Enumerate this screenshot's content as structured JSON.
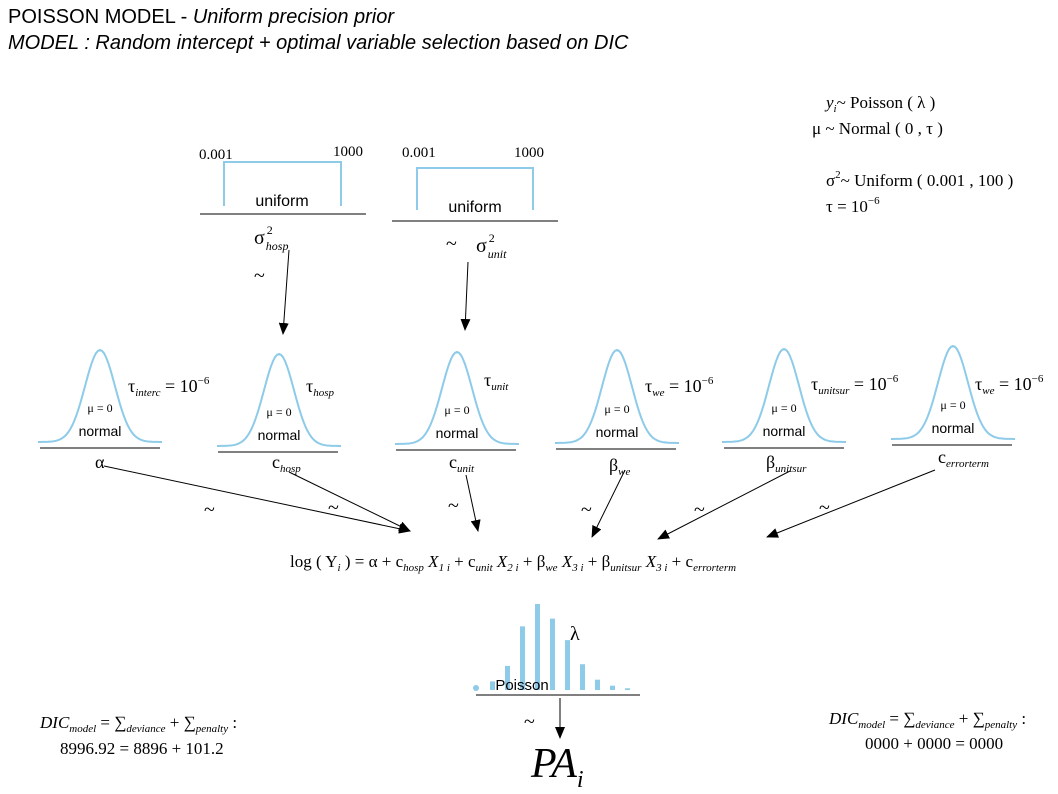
{
  "title": {
    "line1_prefix": "POISSON MODEL   -  ",
    "line1_italic": "Uniform precision prior",
    "line2": "MODEL : Random intercept + optimal variable selection based on DIC"
  },
  "spec": {
    "y": "y",
    "y_sub": "i",
    "y_dist": "~ Poisson ( λ )",
    "mu": "μ ~ Normal ( 0 , τ )",
    "sigma": "σ",
    "sigma_sup": "2",
    "sigma_dist": "~ Uniform ( 0.001 , 100 )",
    "tau": "τ = 10",
    "tau_sup": "−6"
  },
  "uniform_priors": [
    {
      "label": "uniform",
      "min": "0.001",
      "max": "1000",
      "param": "σ",
      "param_sup": "2",
      "param_sub": "hosp",
      "tilde": "~"
    },
    {
      "label": "uniform",
      "min": "0.001",
      "max": "1000",
      "param": "σ",
      "param_sup": "2",
      "param_sub": "unit",
      "tilde": "~"
    }
  ],
  "normal_priors": [
    {
      "label": "normal",
      "mu": "μ = 0",
      "tau": "τ",
      "tau_sub": "interc",
      "tau_val": " = 10",
      "tau_sup": "−6",
      "param": "α",
      "param_sub": ""
    },
    {
      "label": "normal",
      "mu": "μ = 0",
      "tau": "τ",
      "tau_sub": "hosp",
      "tau_val": "",
      "tau_sup": "",
      "param": "c",
      "param_sub": "hosp"
    },
    {
      "label": "normal",
      "mu": "μ = 0",
      "tau": "τ",
      "tau_sub": "unit",
      "tau_val": "",
      "tau_sup": "",
      "param": "c",
      "param_sub": "unit"
    },
    {
      "label": "normal",
      "mu": "μ = 0",
      "tau": "τ",
      "tau_sub": "we",
      "tau_val": " = 10",
      "tau_sup": "−6",
      "param": "β",
      "param_sub": "we"
    },
    {
      "label": "normal",
      "mu": "μ = 0",
      "tau": "τ",
      "tau_sub": "unitsur",
      "tau_val": " = 10",
      "tau_sup": "−6",
      "param": "β",
      "param_sub": "unitsur"
    },
    {
      "label": "normal",
      "mu": "μ = 0",
      "tau": "τ",
      "tau_sub": "we",
      "tau_val": " = 10",
      "tau_sup": "−6",
      "param": "c",
      "param_sub": "errorterm"
    }
  ],
  "tilde": "~",
  "equation": {
    "lhs": "log ( Y",
    "lhs_sub": "i",
    "lhs_close": " ) = α + ",
    "terms": [
      {
        "coef": "c",
        "coef_sub": "hosp",
        "x": " X",
        "x_sub": "1 i",
        "sep": " + "
      },
      {
        "coef": "c",
        "coef_sub": "unit",
        "x": " X",
        "x_sub": "2 i",
        "sep": " + "
      },
      {
        "coef": "β",
        "coef_sub": "we",
        "x": " X",
        "x_sub": "3 i",
        "sep": " + "
      },
      {
        "coef": "β",
        "coef_sub": "unitsur",
        "x": " X",
        "x_sub": "3 i",
        "sep": " + "
      },
      {
        "coef": "c",
        "coef_sub": "errorterm",
        "x": "",
        "x_sub": "",
        "sep": ""
      }
    ]
  },
  "poisson": {
    "label": "Poisson",
    "lambda": "λ",
    "bars": [
      0.1,
      0.28,
      0.74,
      1.0,
      0.83,
      0.58,
      0.3,
      0.12,
      0.05,
      0.02
    ],
    "bar_color": "#8ecbe8"
  },
  "outcome": {
    "text": "PA",
    "sub": "i"
  },
  "dic_left": {
    "lhs": "DIC",
    "lhs_sub": "model",
    "eq": " = ∑",
    "sub1": "deviance",
    "plus": " + ∑",
    "sub2": "penalty",
    "end": " :",
    "values": "8996.92 = 8896 + 101.2"
  },
  "dic_right": {
    "lhs": "DIC",
    "lhs_sub": "model",
    "eq": " = ∑",
    "sub1": "deviance",
    "plus": " + ∑",
    "sub2": "penalty",
    "end": " :",
    "values": "0000 + 0000 = 0000"
  },
  "colors": {
    "curve": "#8ecbe8",
    "ink": "#000000"
  }
}
